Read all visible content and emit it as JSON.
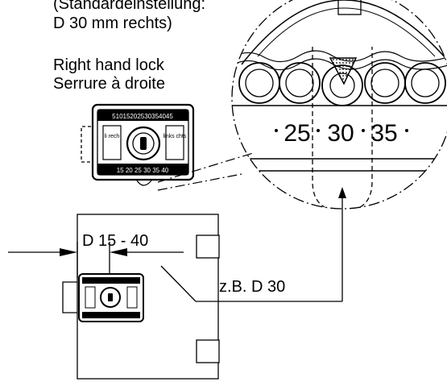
{
  "header_note": {
    "line1": "(Standardeinstellung:",
    "line2": "D 30 mm rechts)"
  },
  "lock_caption": {
    "line1": "Right hand lock",
    "line2": "Serrure à droite"
  },
  "dimension_label": "D 15 - 40",
  "example_label": "z.B. D 30",
  "dial_scale": {
    "labels": [
      "25",
      "30",
      "35"
    ]
  },
  "lock_body_text": {
    "top_strip": "51015202530354045",
    "bottom_strip": "15 20 25 30 35 40",
    "left_word": "li rech",
    "right_word": "links chts"
  }
}
